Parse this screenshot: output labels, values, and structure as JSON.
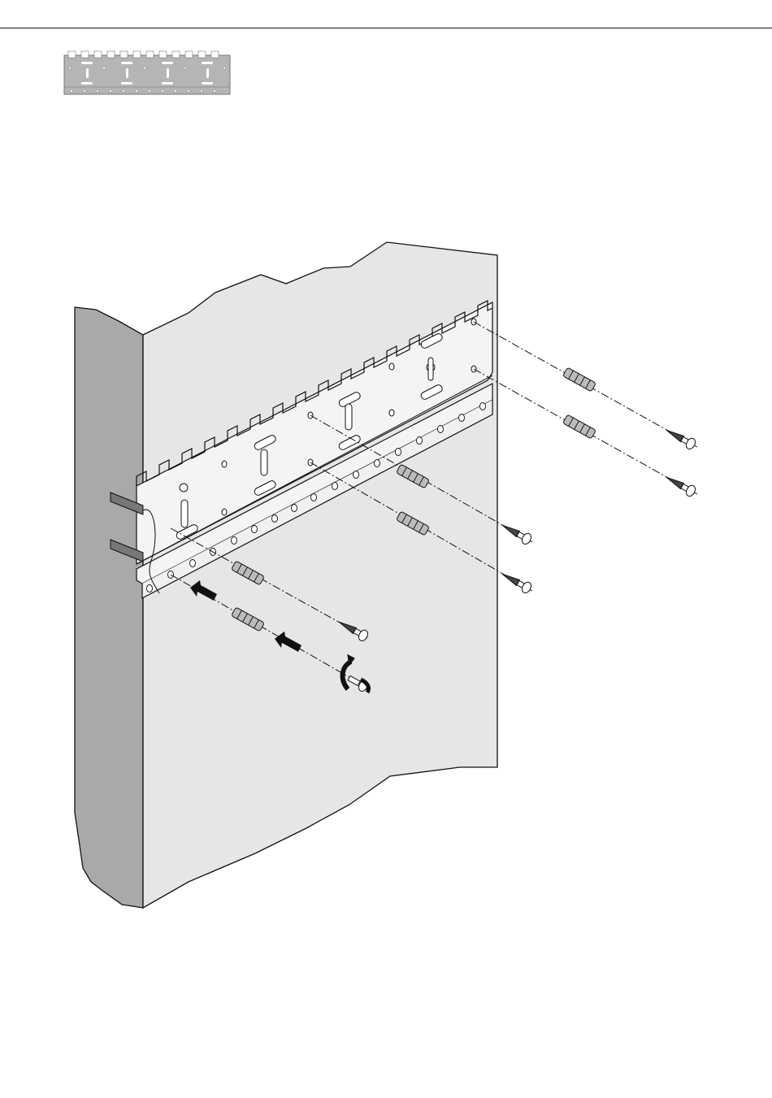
{
  "page": {
    "kind": "assembly-instruction-page",
    "text_content": []
  },
  "part_thumbnail": {
    "icon": "wall-rail-bracket-icon",
    "fill": "#b5b5b5"
  },
  "illustration": {
    "icon": "wall-mounting-illustration",
    "wall_face_color": "#e6e6e6",
    "wall_edge_color": "#a9a9a9",
    "rail_color": "#f4f4f4",
    "line_color": "#111111",
    "fastener_sets_total": 6,
    "push_arrows": 2,
    "rotate_indicator": "clockwise-turn-icon"
  }
}
